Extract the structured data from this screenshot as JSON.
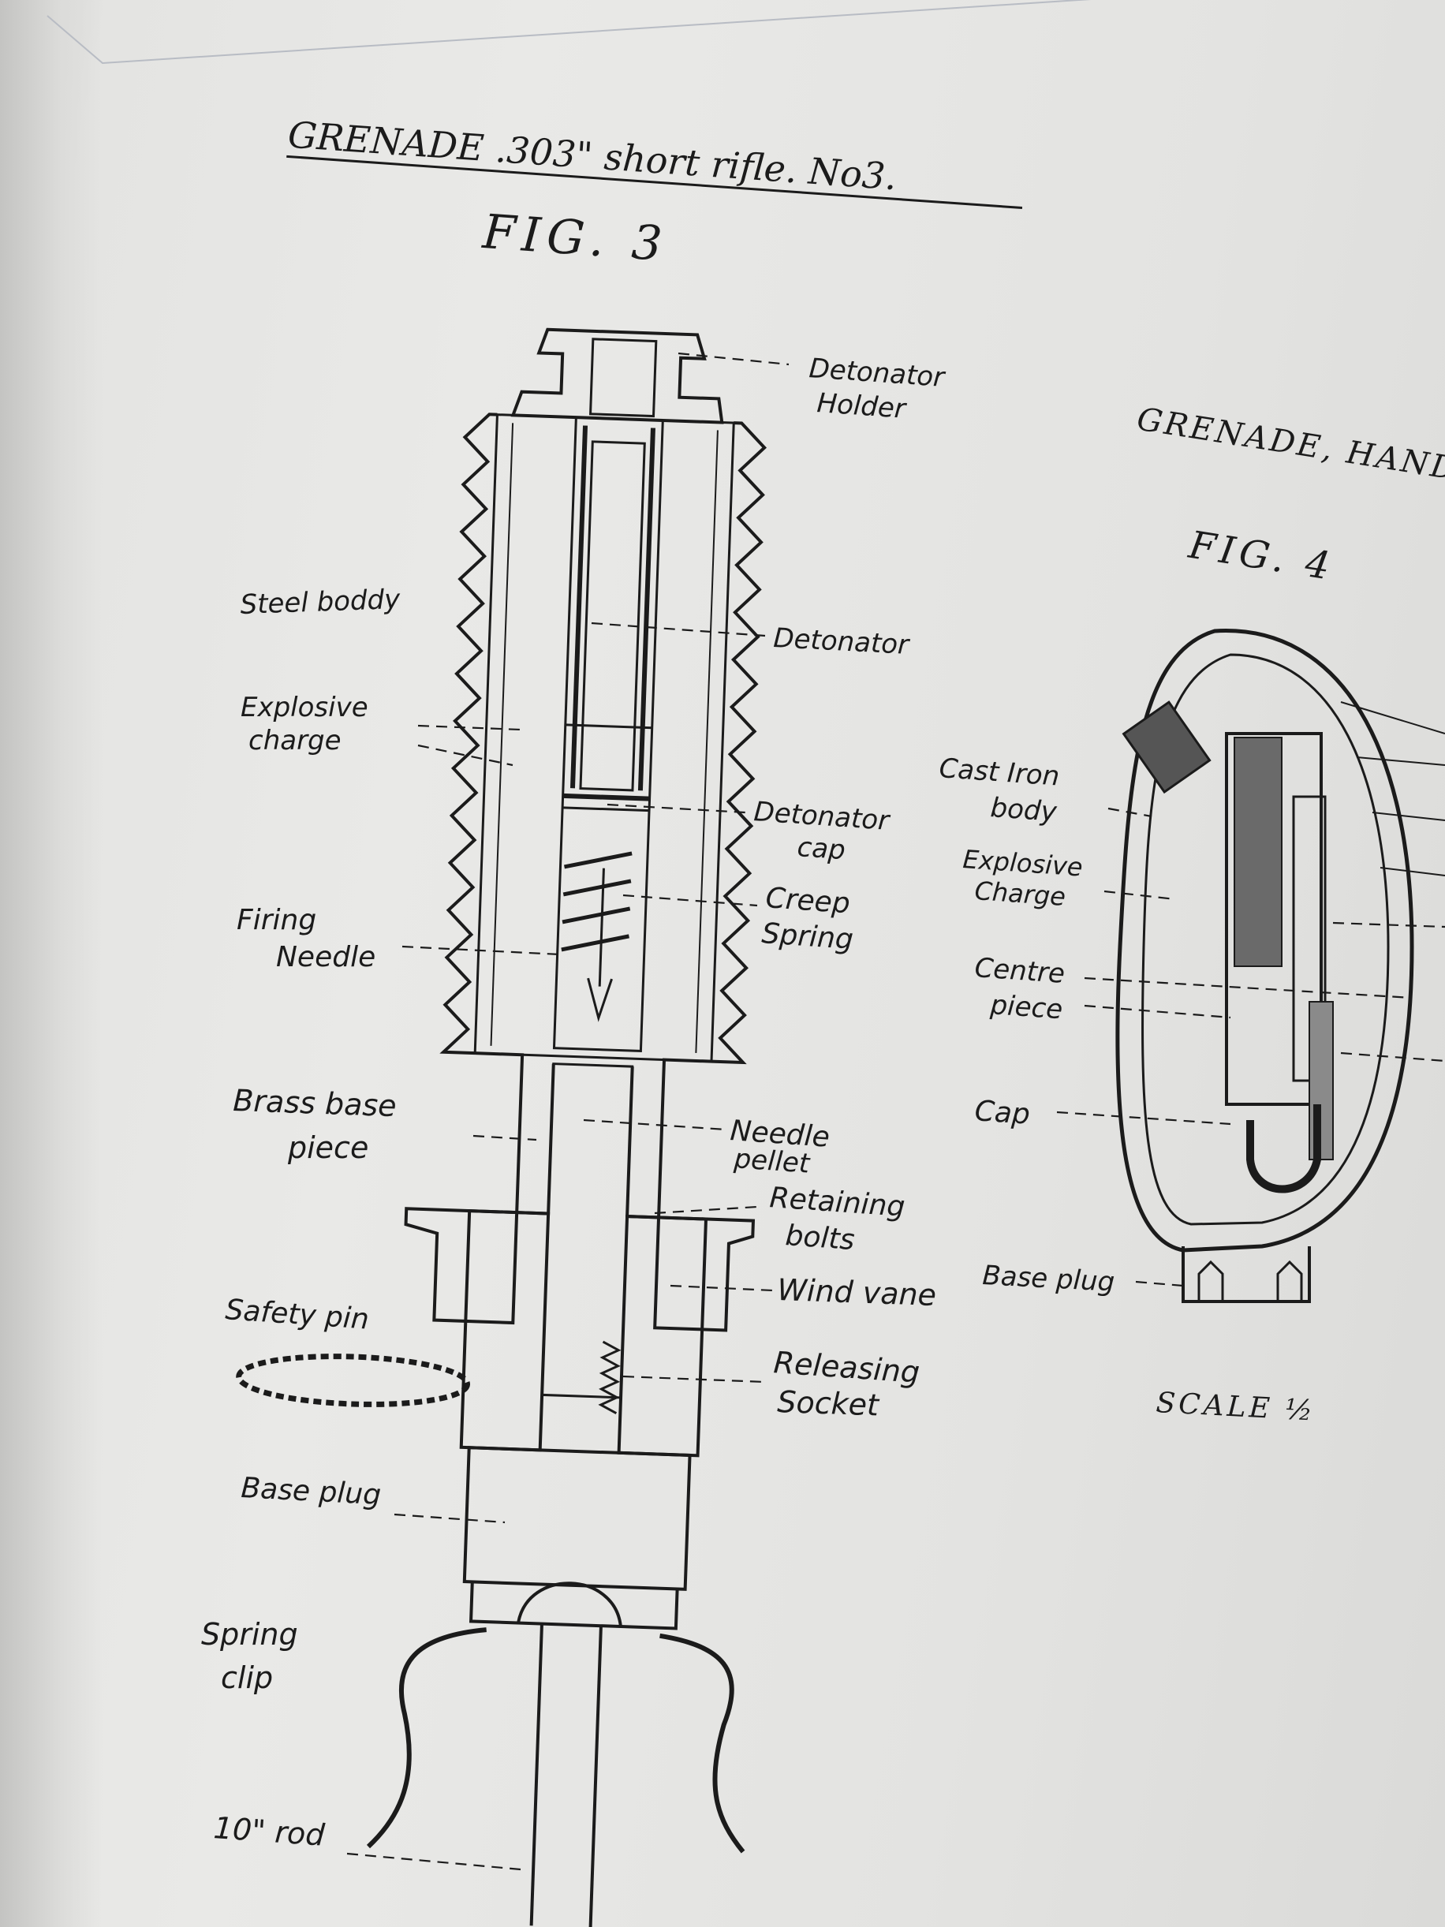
{
  "fig3": {
    "header": "GRENADE .303\" short rifle.  No3.",
    "fig_label": "FIG. 3",
    "labels": {
      "detonator_holder_1": "Detonator",
      "detonator_holder_2": "Holder",
      "steel_body": "Steel boddy",
      "detonator": "Detonator",
      "explosive_charge_1": "Explosive",
      "explosive_charge_2": "charge",
      "detonator_cap_1": "Detonator",
      "detonator_cap_2": "cap",
      "creep_spring_1": "Creep",
      "creep_spring_2": "Spring",
      "firing_needle_1": "Firing",
      "firing_needle_2": "Needle",
      "brass_base_1": "Brass  base",
      "brass_base_2": "piece",
      "needle_pellet_1": "Needle",
      "needle_pellet_2": "pellet",
      "retaining_bolts_1": "Retaining",
      "retaining_bolts_2": "bolts",
      "wind_vane": "Wind vane",
      "safety_pin": "Safety pin",
      "releasing_socket_1": "Releasing",
      "releasing_socket_2": "Socket",
      "base_plug": "Base plug",
      "spring_clip_1": "Spring",
      "spring_clip_2": "clip",
      "rod": "10\" rod"
    }
  },
  "fig4": {
    "header": "GRENADE, HAND  No",
    "fig_label": "FIG. 4",
    "labels": {
      "cast_iron_body_1": "Cast Iron",
      "cast_iron_body_2": "body",
      "explosive_charge_1": "Explosive",
      "explosive_charge_2": "Charge",
      "centre_piece_1": "Centre",
      "centre_piece_2": "piece",
      "cap": "Cap",
      "base_plug": "Base plug"
    },
    "scale_label": "SCALE ½"
  }
}
